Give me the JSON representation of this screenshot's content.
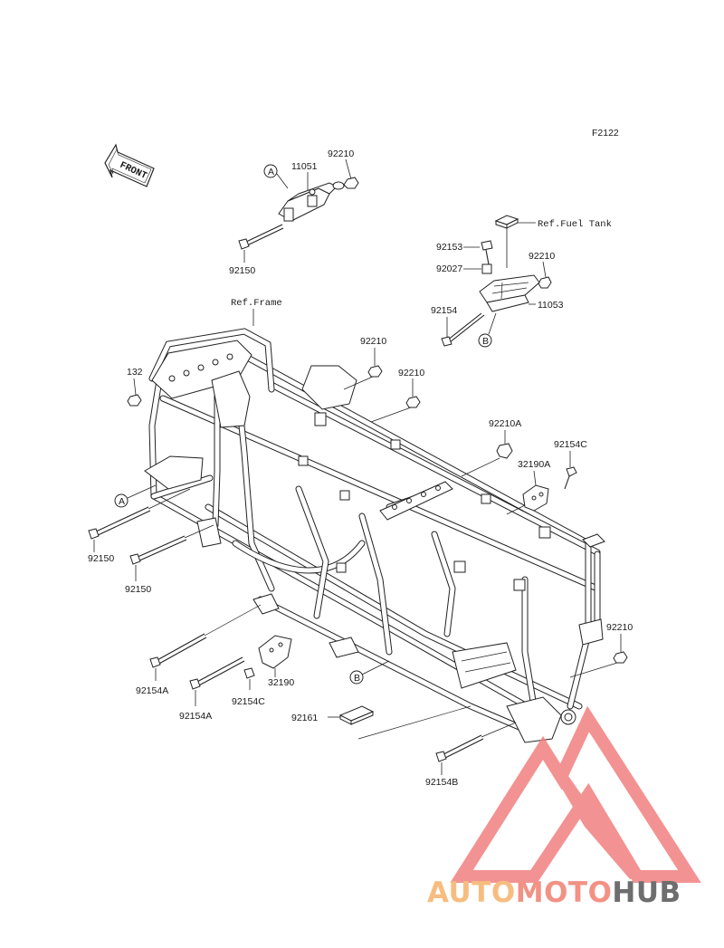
{
  "figure_id": "F2122",
  "front_badge": "FRONT",
  "refs": {
    "fuel_tank": "Ref.Fuel Tank",
    "frame": "Ref.Frame"
  },
  "markers": {
    "a": "A",
    "b": "B"
  },
  "parts": {
    "p11051": "11051",
    "p92210_top": "92210",
    "p92150_top": "92150",
    "p92153": "92153",
    "p92210_tank": "92210",
    "p92027": "92027",
    "p92154": "92154",
    "p11053": "11053",
    "p92210_mid1": "92210",
    "p92210_mid2": "92210",
    "p132": "132",
    "p92210A": "92210A",
    "p92154C_right": "92154C",
    "p32190A": "32190A",
    "p92150_left1": "92150",
    "p92150_left2": "92150",
    "p92210_right": "92210",
    "p92154A_1": "92154A",
    "p92154A_2": "92154A",
    "p92154C_bottom": "92154C",
    "p32190": "32190",
    "p92161": "92161",
    "p92154B": "92154B"
  },
  "watermark": {
    "auto": "AUTO",
    "moto": "MOTO",
    "hub": "HUB",
    "color_auto": "#f6b26b",
    "color_moto": "#f08070",
    "color_hub": "#555555",
    "triangle_color": "#f28080"
  }
}
